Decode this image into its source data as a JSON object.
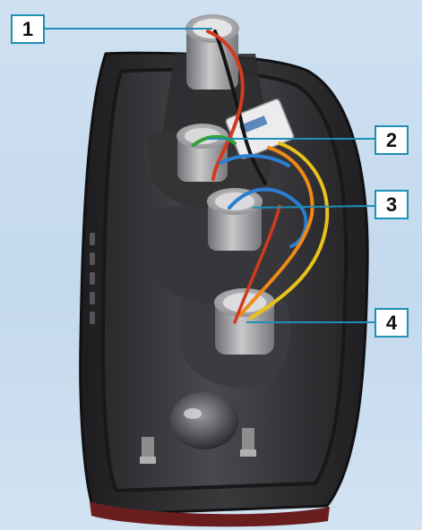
{
  "callouts": [
    {
      "label": "1"
    },
    {
      "label": "2"
    },
    {
      "label": "3"
    },
    {
      "label": "4"
    }
  ],
  "colors": {
    "background": "#c8dcee",
    "leader_line": "#1f8fb5",
    "housing": "#2b2b2d",
    "socket": "#9a9a9e",
    "wire_red": "#d23a1f",
    "wire_orange": "#f08a16",
    "wire_yellow": "#e9c21a",
    "wire_blue": "#2a7fd0",
    "wire_green": "#2fa33a",
    "wire_black": "#151515"
  }
}
